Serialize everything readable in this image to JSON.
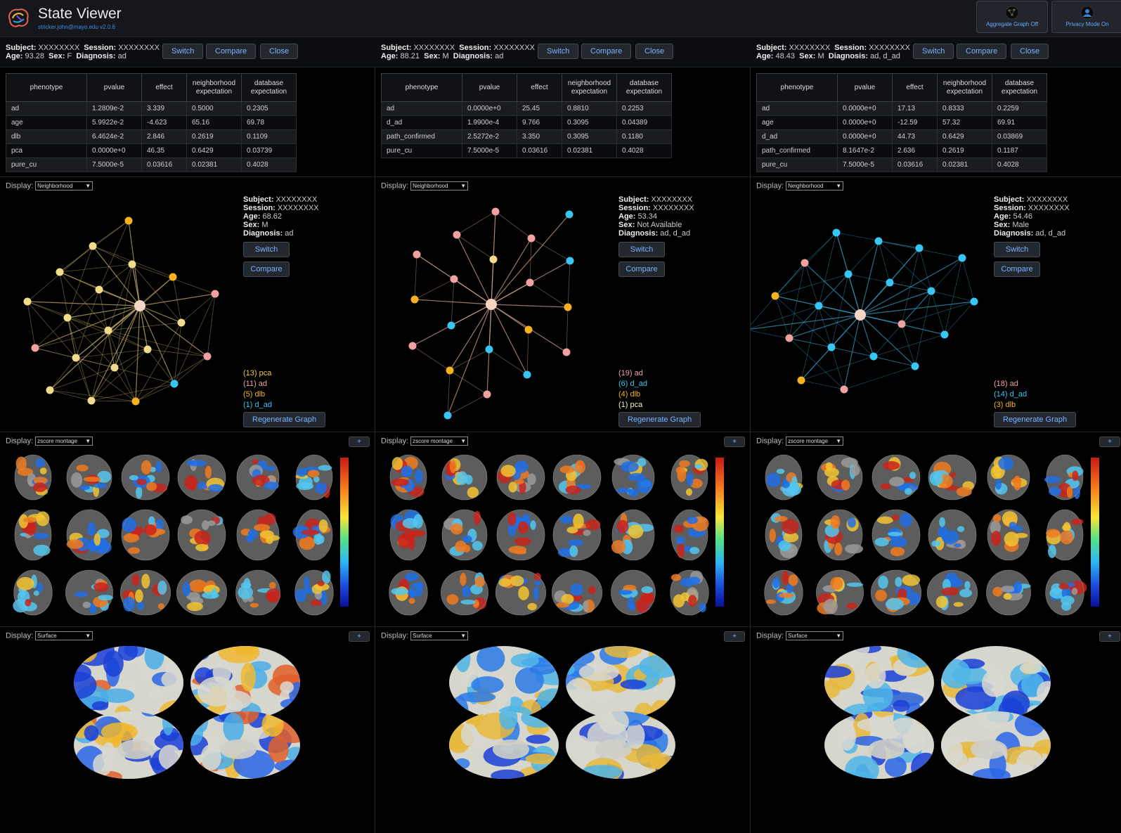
{
  "app": {
    "title": "State Viewer",
    "subtitle": "stricker.john@mayo.edu v2.0.6"
  },
  "toolbar": {
    "aggregate_label": "Aggregate Graph Off",
    "privacy_label": "Privacy Mode On"
  },
  "labels": {
    "subject": "Subject:",
    "session": "Session:",
    "age": "Age:",
    "sex": "Sex:",
    "diagnosis": "Diagnosis:",
    "display": "Display:",
    "switch": "Switch",
    "compare": "Compare",
    "close": "Close",
    "regenerate": "Regenerate Graph",
    "plus": "+"
  },
  "table_headers": [
    "phenotype",
    "pvalue",
    "effect",
    "neighborhood expectation",
    "database expectation"
  ],
  "columns": [
    {
      "subject": "XXXXXXXX",
      "session": "XXXXXXXX",
      "age": "93.28",
      "sex": "F",
      "diagnosis": "ad",
      "rows": [
        [
          "ad",
          "1.2809e-2",
          "3.339",
          "0.5000",
          "0.2305"
        ],
        [
          "age",
          "5.9922e-2",
          "-4.623",
          "65.16",
          "69.78"
        ],
        [
          "dlb",
          "6.4624e-2",
          "2.846",
          "0.2619",
          "0.1109"
        ],
        [
          "pca",
          "0.0000e+0",
          "46.35",
          "0.6429",
          "0.03739"
        ],
        [
          "pure_cu",
          "7.5000e-5",
          "0.03616",
          "0.02381",
          "0.4028"
        ]
      ],
      "display_graph": "Neighborhood",
      "display_montage": "zscore montage",
      "display_surface": "Surface",
      "neighbor": {
        "subject": "XXXXXXXX",
        "session": "XXXXXXXX",
        "age": "68.62",
        "sex": "M",
        "diagnosis": "ad"
      },
      "legend": [
        {
          "text": "(13) pca",
          "color": "#f0c84a"
        },
        {
          "text": "(11) ad",
          "color": "#f2a1a1"
        },
        {
          "text": "(5) dlb",
          "color": "#f5b21e"
        },
        {
          "text": "(1) d_ad",
          "color": "#38c6f4"
        }
      ]
    },
    {
      "subject": "XXXXXXXX",
      "session": "XXXXXXXX",
      "age": "88.21",
      "sex": "M",
      "diagnosis": "ad",
      "rows": [
        [
          "ad",
          "0.0000e+0",
          "25.45",
          "0.8810",
          "0.2253"
        ],
        [
          "d_ad",
          "1.9900e-4",
          "9.766",
          "0.3095",
          "0.04389"
        ],
        [
          "path_confirmed",
          "2.5272e-2",
          "3.350",
          "0.3095",
          "0.1180"
        ],
        [
          "pure_cu",
          "7.5000e-5",
          "0.03616",
          "0.02381",
          "0.4028"
        ]
      ],
      "display_graph": "Neighborhood",
      "display_montage": "zscore montage",
      "display_surface": "Surface",
      "neighbor": {
        "subject": "XXXXXXXX",
        "session": "XXXXXXXX",
        "age": "53.34",
        "sex": "Not Available",
        "diagnosis": "ad, d_ad"
      },
      "legend": [
        {
          "text": "(19) ad",
          "color": "#f2a1a1"
        },
        {
          "text": "(6) d_ad",
          "color": "#38c6f4"
        },
        {
          "text": "(4) dlb",
          "color": "#f5b21e"
        },
        {
          "text": "(1) pca",
          "color": "#f6efb8"
        }
      ]
    },
    {
      "subject": "XXXXXXXX",
      "session": "XXXXXXXX",
      "age": "48.43",
      "sex": "M",
      "diagnosis": "ad, d_ad",
      "rows": [
        [
          "ad",
          "0.0000e+0",
          "17.13",
          "0.8333",
          "0.2259"
        ],
        [
          "age",
          "0.0000e+0",
          "-12.59",
          "57.32",
          "69.91"
        ],
        [
          "d_ad",
          "0.0000e+0",
          "44.73",
          "0.6429",
          "0.03869"
        ],
        [
          "path_confirmed",
          "8.1647e-2",
          "2.636",
          "0.2619",
          "0.1187"
        ],
        [
          "pure_cu",
          "7.5000e-5",
          "0.03616",
          "0.02381",
          "0.4028"
        ]
      ],
      "display_graph": "Neighborhood",
      "display_montage": "zscore montage",
      "display_surface": "Surface",
      "neighbor": {
        "subject": "XXXXXXXX",
        "session": "XXXXXXXX",
        "age": "54.46",
        "sex": "Male",
        "diagnosis": "ad, d_ad"
      },
      "legend": [
        {
          "text": "(18) ad",
          "color": "#f2a1a1"
        },
        {
          "text": "(14) d_ad",
          "color": "#38c6f4"
        },
        {
          "text": "(3) dlb",
          "color": "#f5b21e"
        }
      ]
    }
  ]
}
